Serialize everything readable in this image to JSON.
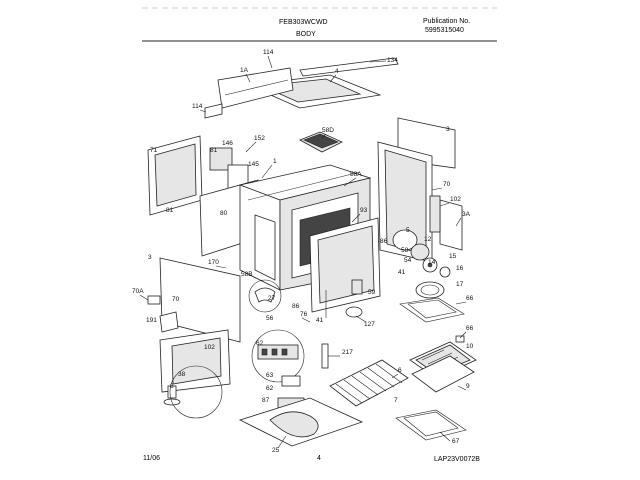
{
  "header": {
    "model": "FEB303WCWD",
    "section": "BODY",
    "publication_label": "Publication No.",
    "publication_number": "5995315040"
  },
  "footer": {
    "date": "11/06",
    "page": "4",
    "figure_code": "LAP23V0072B"
  },
  "callouts": {
    "c114a": "114",
    "c1a": "1A",
    "c4": "4",
    "c134": "134",
    "c114b": "114",
    "c58d": "58D",
    "c71": "71",
    "c146": "146",
    "c152": "152",
    "c81a": "81",
    "c145": "145",
    "c1": "1",
    "c3a": "3",
    "c58a": "58A",
    "c70a": "70",
    "c102a": "102",
    "c3A": "3A",
    "c81b": "81",
    "c80": "80",
    "c93": "93",
    "c5": "5",
    "c12": "12",
    "c86a": "86",
    "c58": "58",
    "c54": "54",
    "c14": "14",
    "c15": "15",
    "c16": "16",
    "c41a": "41",
    "c17": "17",
    "c3b": "3",
    "c170": "170",
    "c58b": "58B",
    "c27": "27",
    "c70A": "70A",
    "c70b": "70",
    "c86b": "86",
    "c59": "59",
    "c66a": "66",
    "c76": "76",
    "c191": "191",
    "c56": "56",
    "c41b": "41",
    "c127": "127",
    "c66b": "66",
    "c102b": "102",
    "c62a": "62",
    "c10": "10",
    "c217": "217",
    "c38": "38",
    "c8": "8",
    "c62b": "62",
    "c63": "63",
    "c6": "6",
    "c9": "9",
    "c87": "87",
    "c7": "7",
    "c67": "67",
    "c25": "25"
  }
}
